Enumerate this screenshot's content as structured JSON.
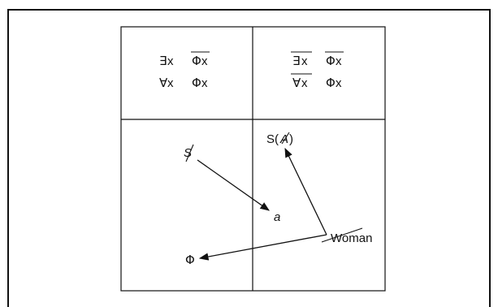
{
  "formulas": {
    "left": {
      "row1": {
        "quantifier": "∃",
        "variable": "x",
        "function": "Φ",
        "function_variable": "x"
      },
      "row2": {
        "quantifier": "∀",
        "variable": "x",
        "function": "Φ",
        "function_variable": "x"
      }
    },
    "right": {
      "row1": {
        "quantifier": "∃",
        "variable": "x",
        "function": "Φ",
        "function_variable": "x"
      },
      "row2": {
        "quantifier": "∀",
        "variable": "x",
        "function": "Φ",
        "function_variable": "x"
      }
    }
  },
  "nodes": {
    "barred_s": "S",
    "objet_a": "a",
    "signifier": "S(",
    "barred_a": "A",
    "signifier_close": ")",
    "woman": "Woman",
    "phi": "Φ"
  },
  "colors": {
    "ink": "#111111",
    "background": "#ffffff"
  }
}
